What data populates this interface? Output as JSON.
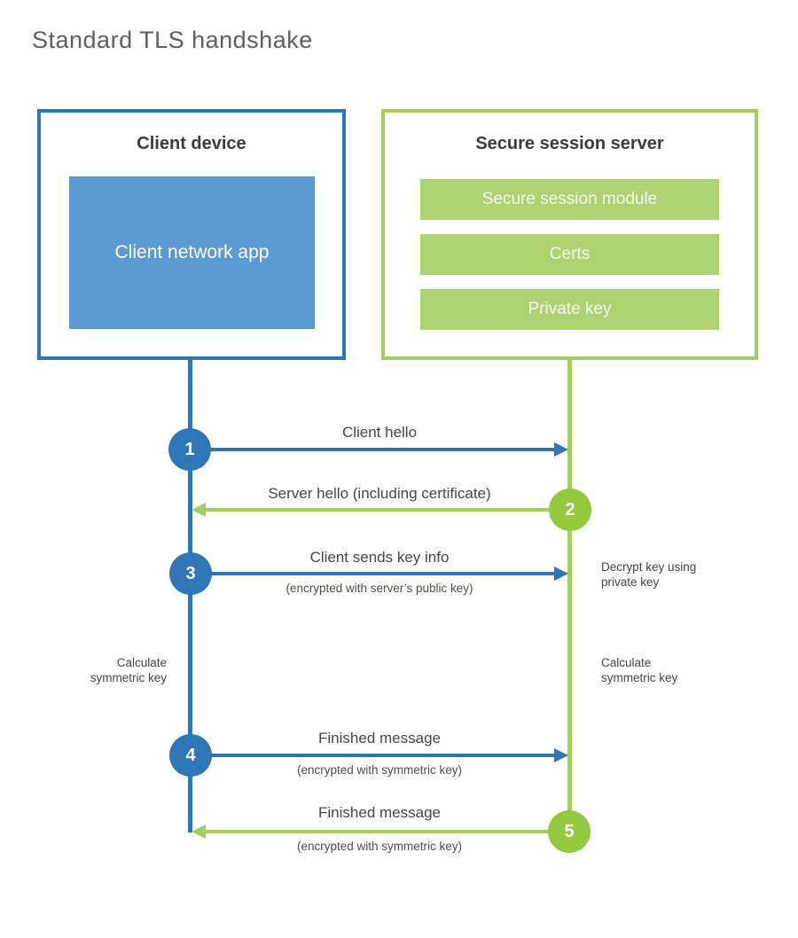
{
  "title": "Standard TLS handshake",
  "colors": {
    "blue": "#2e76b5",
    "blue_fill": "#5b9ad2",
    "green_line": "#a3cf62",
    "green_fill": "#abd470",
    "green_node": "#94c83e",
    "heading_text": "#3c3c3c",
    "label_text": "#474747",
    "title_text": "#606060"
  },
  "client_box": {
    "title": "Client device",
    "app_label": "Client network app"
  },
  "server_box": {
    "title": "Secure session server",
    "modules": [
      "Secure session module",
      "Certs",
      "Private key"
    ]
  },
  "messages": [
    {
      "step": "1",
      "from": "client",
      "to": "server",
      "label": "Client hello",
      "sublabel": ""
    },
    {
      "step": "2",
      "from": "server",
      "to": "client",
      "label": "Server hello (including certificate)",
      "sublabel": ""
    },
    {
      "step": "3",
      "from": "client",
      "to": "server",
      "label": "Client sends key info",
      "sublabel": "(encrypted with server’s public key)"
    },
    {
      "step": "4",
      "from": "client",
      "to": "server",
      "label": "Finished message",
      "sublabel": "(encrypted with symmetric key)"
    },
    {
      "step": "5",
      "from": "server",
      "to": "client",
      "label": "Finished message",
      "sublabel": "(encrypted with symmetric key)"
    }
  ],
  "annotations": {
    "decrypt_line1": "Decrypt key using",
    "decrypt_line2": "private key",
    "calc_left_line1": "Calculate",
    "calc_left_line2": "symmetric key",
    "calc_right_line1": "Calculate",
    "calc_right_line2": "symmetric key"
  }
}
